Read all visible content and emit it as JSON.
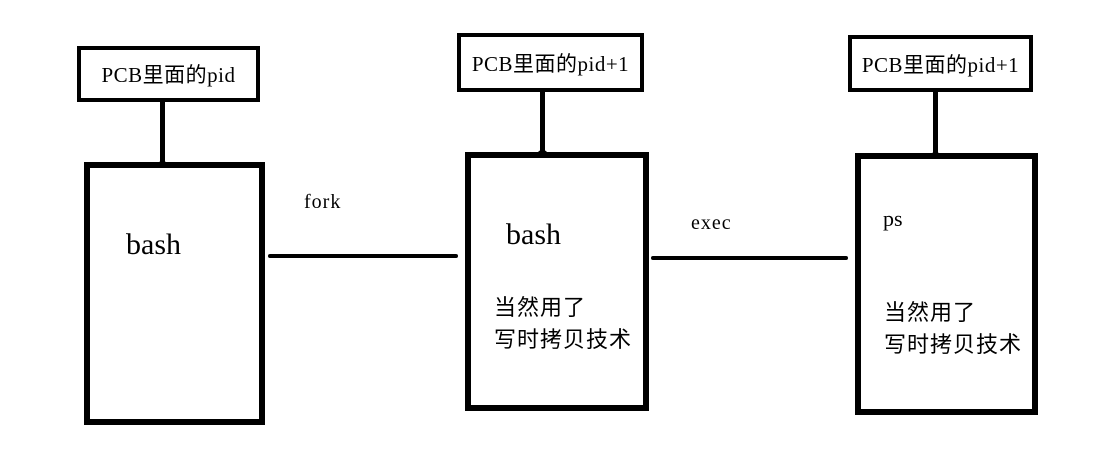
{
  "diagram": {
    "nodes": [
      {
        "pcb_label": "PCB里面的pid",
        "title": "bash"
      },
      {
        "pcb_label": "PCB里面的pid+1",
        "title": "bash",
        "note_line1": "当然用了",
        "note_line2": "写时拷贝技术"
      },
      {
        "pcb_label": "PCB里面的pid+1",
        "title": "ps",
        "note_line1": "当然用了",
        "note_line2": "写时拷贝技术"
      }
    ],
    "edges": [
      {
        "label": "fork"
      },
      {
        "label": "exec"
      }
    ],
    "colors": {
      "stroke": "#000000",
      "background": "#ffffff"
    }
  }
}
